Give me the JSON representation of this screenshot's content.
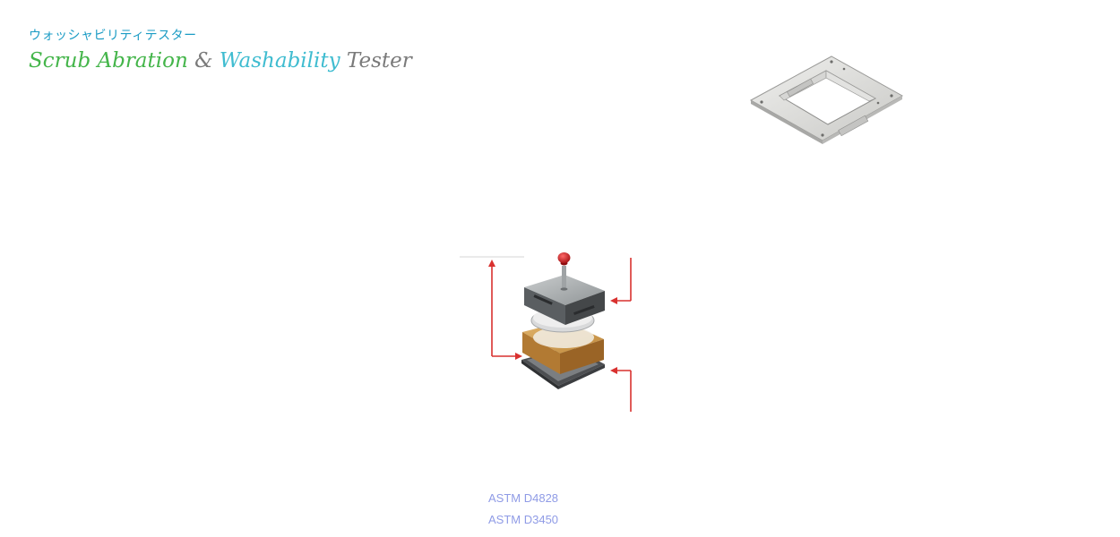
{
  "header": {
    "subtitle_jp": "ウォッシャビリティテスター",
    "title_parts": {
      "scrub_abration": "Scrub Abration",
      "amp": "&",
      "washability": "Washability",
      "tester": "Tester"
    }
  },
  "standards": [
    "ASTM D4828",
    "ASTM D3450"
  ],
  "colors": {
    "subtitle": "#1a9bc4",
    "title_green": "#44b54a",
    "title_gray": "#7a7a7a",
    "title_cyan": "#3fbcd0",
    "arrow_red": "#d9312f",
    "standards_text": "#8f9be6"
  },
  "figures": {
    "frame": "template-frame-illustration",
    "stack": "scrub-head-assembly-illustration"
  }
}
